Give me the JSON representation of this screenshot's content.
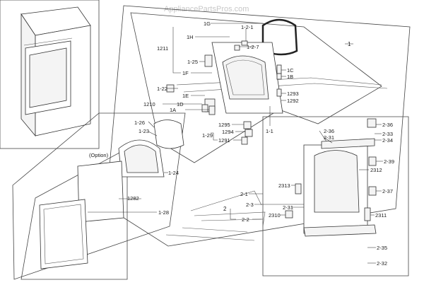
{
  "watermark": "AppliancePartsPros.com",
  "labels": {
    "l_1G": "1G",
    "l_1_2_1": "1-2-1",
    "l_1H": "1H",
    "l_1211": "1211",
    "l_1_2_7": "1-2-7",
    "l_1_25": "1-25",
    "l_1F": "1F",
    "l_1C": "1C",
    "l_1B": "1B",
    "l_1_22": "1-22",
    "l_1E": "1E",
    "l_1293": "1293",
    "l_1292": "1292",
    "l_1210": "1210",
    "l_1D": "1D",
    "l_1A": "1A",
    "l_1295": "1295",
    "l_1294": "1294",
    "l_1_29": "1-29",
    "l_1291": "1291",
    "l_1_1": "1-1",
    "l_1": "1",
    "l_1_26": "1-26",
    "l_1_23": "1-23",
    "l_option": "(Option)",
    "l_1_24": "1-24",
    "l_1282": "1282",
    "l_1_28": "1-28",
    "l_2_36a": "2-36",
    "l_2_31a": "2-31",
    "l_2_36b": "2-36",
    "l_2_33": "2-33",
    "l_2_34": "2-34",
    "l_2_39": "2-39",
    "l_2312": "2312",
    "l_2313": "2313",
    "l_2_37": "2-37",
    "l_2_1": "2-1",
    "l_2_3": "2-3",
    "l_2": "2",
    "l_2_31b": "2-31",
    "l_2310": "2310",
    "l_2311": "2311",
    "l_2_2": "2-2",
    "l_2_35": "2-35",
    "l_2_32": "2-32"
  }
}
